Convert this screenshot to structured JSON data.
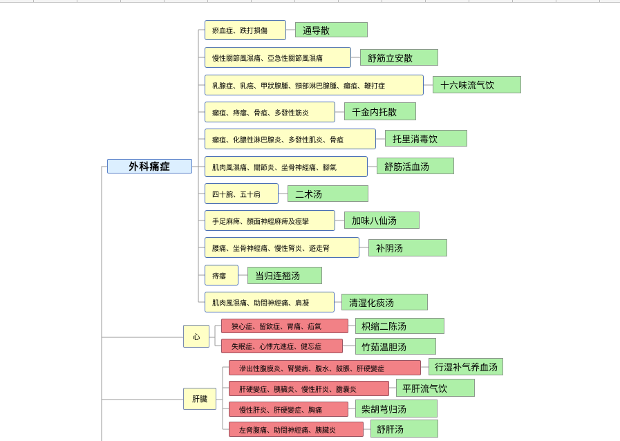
{
  "root": {
    "label": "外科痛症"
  },
  "groups": {
    "general": {
      "items": [
        {
          "condition": "瘀血症、跌打損傷",
          "remedy": "通导散"
        },
        {
          "condition": "慢性關節風濕痛、亞急性關節風濕痛",
          "remedy": "舒筋立安散"
        },
        {
          "condition": "乳腺症、乳癌、甲狀腺腫、頸部淋巴腺腫、癰疽、鞭打症",
          "remedy": "十六味流气饮"
        },
        {
          "condition": "癰疽、痔瘻、骨疽、多發性筋炎",
          "remedy": "千金内托散"
        },
        {
          "condition": "癰疽、化膿性淋巴腺炎、多發性肌炎、骨疽",
          "remedy": "托里消毒饮"
        },
        {
          "condition": "肌肉風濕痛、關節炎、坐骨神經痛、腳氣",
          "remedy": "舒筋活血汤"
        },
        {
          "condition": "四十腕、五十肩",
          "remedy": "二术汤"
        },
        {
          "condition": "手足麻痺、顏面神經麻痺及痙攣",
          "remedy": "加味八仙汤"
        },
        {
          "condition": "腰痛、坐骨神經痛、慢性腎炎、遊走腎",
          "remedy": "补阴汤"
        },
        {
          "condition": "痔瘻",
          "remedy": "当归连翘汤"
        },
        {
          "condition": "肌肉風濕痛、助間神經痛、肩凝",
          "remedy": "清湿化痰汤"
        }
      ]
    },
    "heart": {
      "label": "心",
      "items": [
        {
          "condition": "狭心症、留飲症、胃痛、疝氣",
          "remedy": "枳缩二陈汤"
        },
        {
          "condition": "失眠症、心悸亢進症、健忘症",
          "remedy": "竹茹温胆汤"
        }
      ]
    },
    "liver": {
      "label": "肝臟",
      "items": [
        {
          "condition": "滲出性腹膜炎、腎變病、腹水、鼓脹、肝硬變症",
          "remedy": "行湿补气养血汤"
        },
        {
          "condition": "肝硬變症、胰臟炎、慢性肝炎、膽囊炎",
          "remedy": "平肝流气饮"
        },
        {
          "condition": "慢性肝炎、肝硬變症、胸痛",
          "remedy": "柴胡芎归汤"
        },
        {
          "condition": "左脅腹痛、助間神經痛、胰臟炎",
          "remedy": "舒肝汤"
        }
      ]
    }
  }
}
